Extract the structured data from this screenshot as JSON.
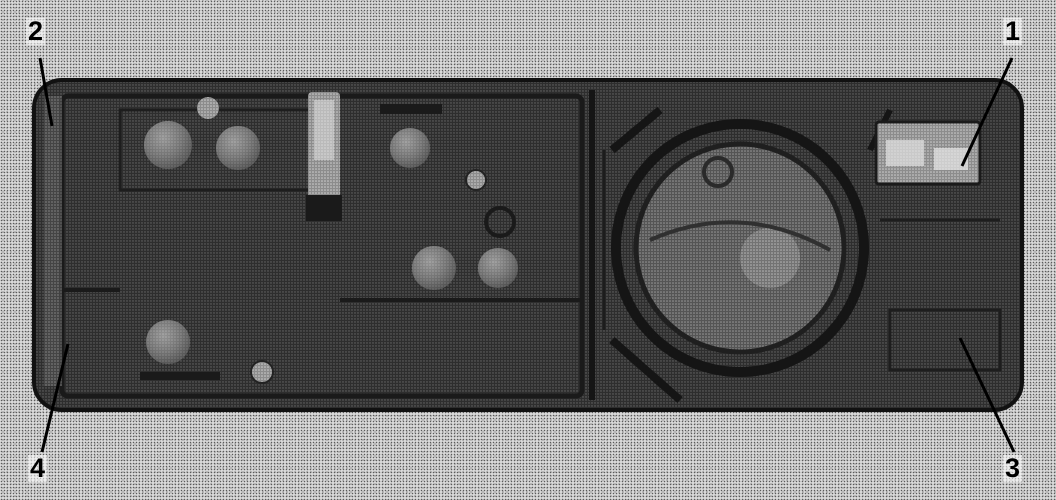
{
  "callouts": {
    "c1": "1",
    "c2": "2",
    "c3": "3",
    "c4": "4"
  },
  "colors": {
    "background_stipple": "#d9d9d9",
    "panel": "#2a2a2a",
    "panel_edge": "#111111",
    "component_light": "#9a9a9a",
    "component_mid": "#5e5e5e",
    "leader_line": "#000000"
  }
}
